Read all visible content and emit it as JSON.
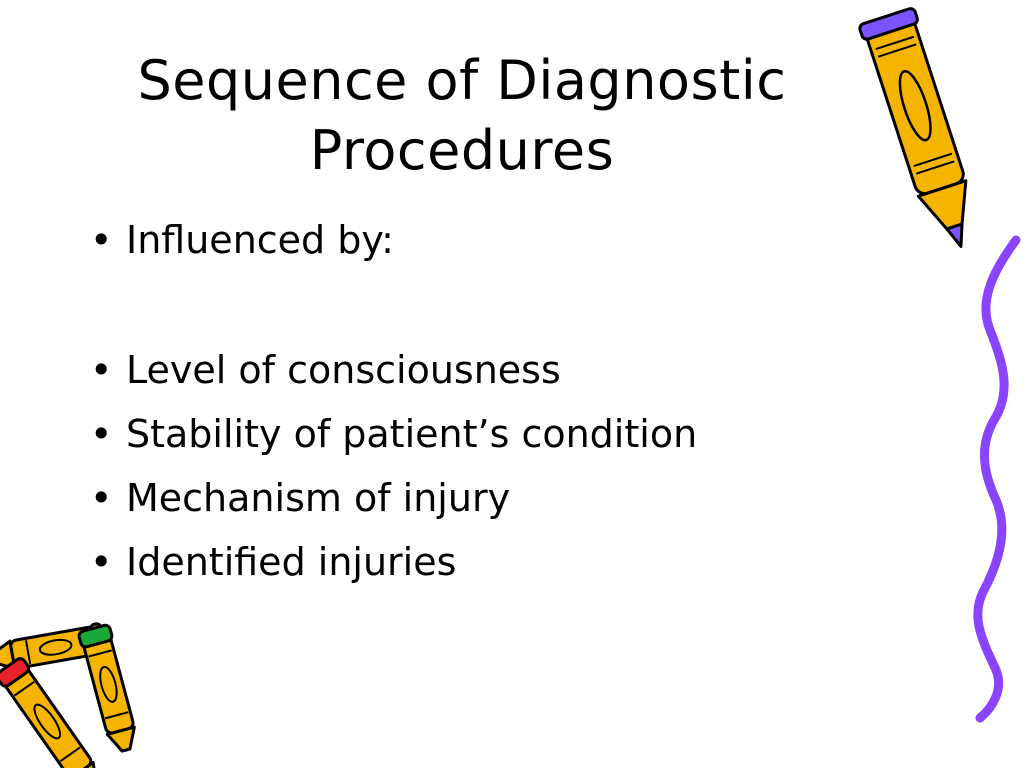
{
  "slide": {
    "title_line1": "Sequence of Diagnostic",
    "title_line2": "Procedures",
    "bullet_symbol": "•",
    "bullets": [
      "Influenced by:",
      "Level of consciousness",
      "Stability of patient’s condition",
      "Mechanism of injury",
      "Identified injuries"
    ]
  },
  "decorations": {
    "squiggle_color": "#8a44ff",
    "crayon_body_color": "#f5b400",
    "crayon_top_right_tip_color": "#7a52ff",
    "crayon_green_tip_color": "#1aa83a",
    "crayon_red_tip_color": "#e8202a",
    "outline_color": "#000000",
    "icons": [
      "crayon-icon",
      "squiggle-line-icon"
    ]
  }
}
